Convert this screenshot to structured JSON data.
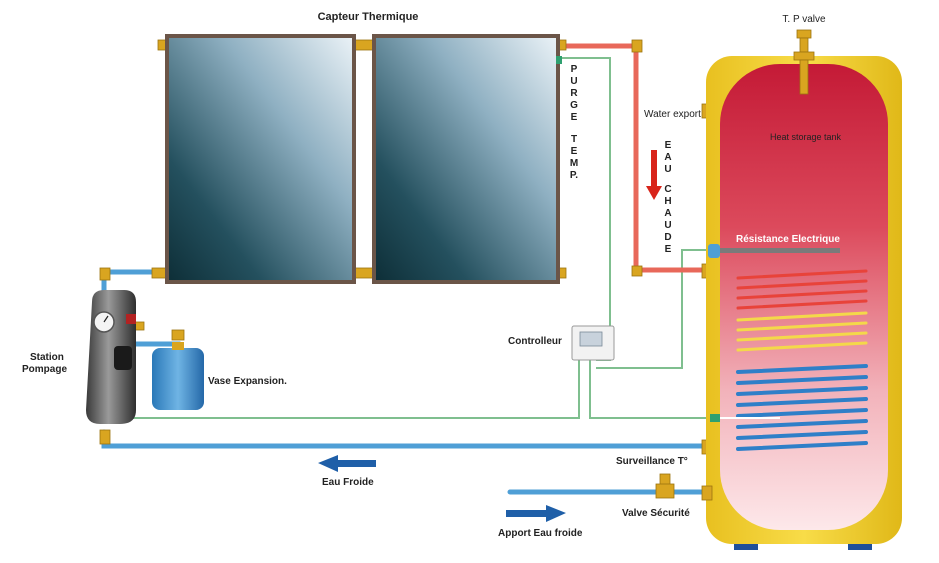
{
  "labels": {
    "collector": "Capteur Thermique",
    "tp_valve": "T. P valve",
    "water_export": "Water export",
    "tank": "Heat storage tank",
    "purge": [
      "P",
      "U",
      "R",
      "G",
      "E"
    ],
    "temp": [
      "T",
      "E",
      "M",
      "P."
    ],
    "hot_water": [
      "E",
      "A",
      "U",
      "",
      "C",
      "H",
      "A",
      "U",
      "D",
      "E"
    ],
    "resistance": "Résistance Electrique",
    "controller": "Controlleur",
    "station": [
      "Station",
      "Pompage"
    ],
    "expansion": "Vase Expansion.",
    "temp_monitor": "Surveillance T°",
    "cold_out": "Eau Froide",
    "safety_valve": "Valve Sécurité",
    "cold_in": "Apport Eau froide"
  },
  "colors": {
    "hot_pipe": "#e8685a",
    "cold_pipe": "#4f9fd6",
    "sensor_wire": "#7fbf8f",
    "tank_shell": "#f2d23a",
    "tank_core_top": "#c81e38",
    "tank_core_bottom": "#fbe3e6",
    "brass": "#d9a520",
    "arrow_red": "#d8241a",
    "arrow_blue": "#1f5fa8"
  }
}
